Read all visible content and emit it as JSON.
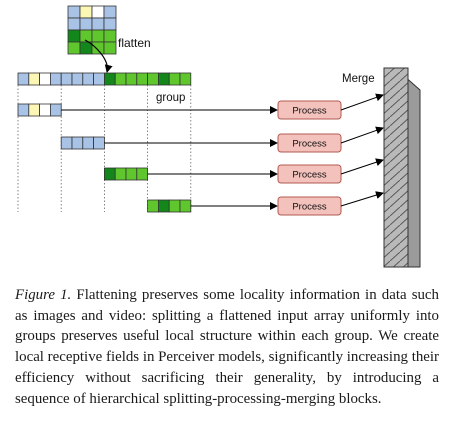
{
  "figure": {
    "flatten_label": "flatten",
    "group_label": "group",
    "merge_label": "Merge",
    "process_blocks": [
      {
        "label": "Process"
      },
      {
        "label": "Process"
      },
      {
        "label": "Process"
      },
      {
        "label": "Process"
      }
    ],
    "colors": {
      "light_blue": "#a9c3e6",
      "light_yellow": "#fdf7b6",
      "white": "#ffffff",
      "dark_green": "#14871c",
      "bright_green": "#5fc72d",
      "process_fill": "#f4c2bd",
      "process_stroke": "#b45a52",
      "merge_fill": "#b9b9b9"
    },
    "grid": [
      [
        "light_blue",
        "light_yellow",
        "white",
        "light_blue"
      ],
      [
        "light_blue",
        "light_blue",
        "light_blue",
        "light_blue"
      ],
      [
        "dark_green",
        "bright_green",
        "bright_green",
        "bright_green"
      ],
      [
        "bright_green",
        "dark_green",
        "bright_green",
        "bright_green"
      ]
    ]
  },
  "caption": {
    "figure_label": "Figure 1.",
    "text": " Flattening preserves some locality information in data such as images and video: splitting a flattened input array uniformly into groups preserves useful local structure within each group. We create local receptive fields in Perceiver models, significantly increasing their efficiency without sacrificing their generality, by introducing a sequence of hierarchical splitting-processing-merging blocks."
  }
}
